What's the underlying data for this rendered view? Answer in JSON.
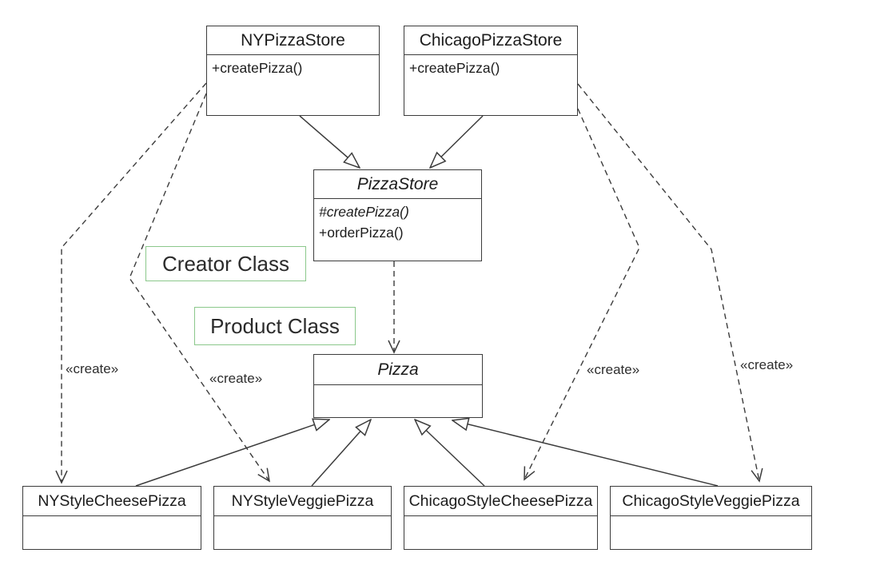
{
  "classes": {
    "nyStore": {
      "name": "NYPizzaStore",
      "methods": [
        "+createPizza()"
      ]
    },
    "chicagoStore": {
      "name": "ChicagoPizzaStore",
      "methods": [
        "+createPizza()"
      ]
    },
    "pizzaStore": {
      "name": "PizzaStore",
      "methods": [
        "#createPizza()",
        "+orderPizza()"
      ]
    },
    "pizza": {
      "name": "Pizza"
    },
    "nyCheese": {
      "name": "NYStyleCheesePizza"
    },
    "nyVeggie": {
      "name": "NYStyleVeggiePizza"
    },
    "chicagoCheese": {
      "name": "ChicagoStyleCheesePizza"
    },
    "chicagoVeggie": {
      "name": "ChicagoStyleVeggiePizza"
    }
  },
  "annotations": {
    "creator_note": "Creator Class",
    "product_note": "Product Class",
    "create_stereotype": "«create»"
  },
  "colors": {
    "line": "#3c3c3c",
    "note_border": "#8bc88b",
    "text": "#1c1c1c",
    "background": "#ffffff"
  }
}
